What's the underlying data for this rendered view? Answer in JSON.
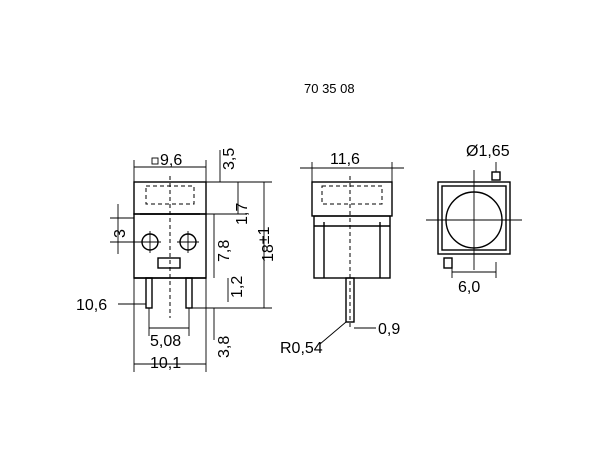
{
  "part_number": "70 35 08",
  "front_view": {
    "width_square": "9,6",
    "cap_height": "3,5",
    "cap_step": "1,7",
    "hole_spacing_v": "3",
    "body_height": "7,8",
    "pin_step": "1,2",
    "total_height": "18",
    "total_height_tol": "±1",
    "pin_pitch": "5,08",
    "pin_length": "3,8",
    "left_ref": "10,6",
    "base_width": "10,1"
  },
  "side_view": {
    "width": "11,6",
    "pin_radius": "R0,54",
    "pin_thickness": "0,9"
  },
  "top_view": {
    "hole_diameter": "Ø1,65",
    "width": "6,0"
  }
}
